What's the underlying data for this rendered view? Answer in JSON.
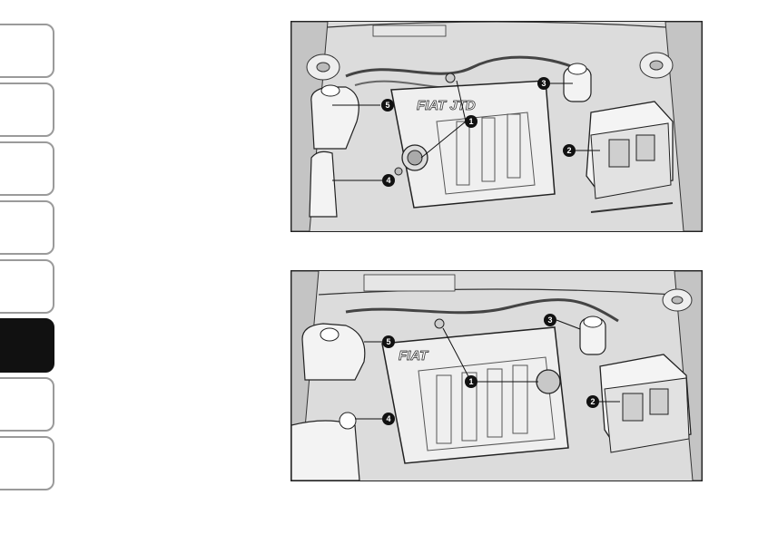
{
  "sidebar": {
    "tabs": [
      {
        "label": "",
        "active": false
      },
      {
        "label": "",
        "active": false
      },
      {
        "label": "",
        "active": false
      },
      {
        "label": "",
        "active": false
      },
      {
        "label": "",
        "active": false
      },
      {
        "label": "",
        "active": true
      },
      {
        "label": "",
        "active": false
      },
      {
        "label": "",
        "active": false
      }
    ]
  },
  "figures": {
    "top": {
      "brand": "FIAT JTD",
      "callouts": [
        "1",
        "2",
        "3",
        "4",
        "5"
      ]
    },
    "bottom": {
      "brand": "FIAT",
      "callouts": [
        "1",
        "2",
        "3",
        "4",
        "5"
      ]
    }
  },
  "colors": {
    "active_tab": "#111111",
    "tab_border": "#9a9a9a",
    "figure_bg": "#dcdcdc"
  }
}
